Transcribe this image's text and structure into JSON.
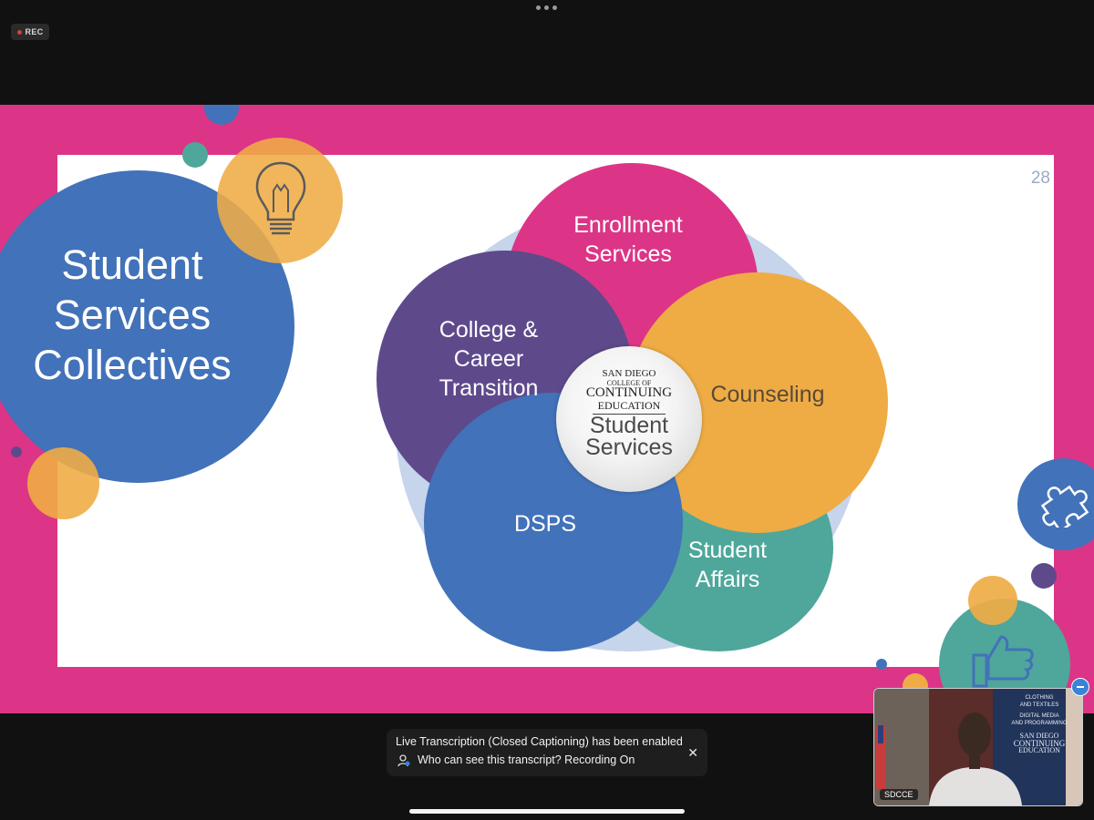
{
  "recording": {
    "label": "REC"
  },
  "slide": {
    "page_number": "28",
    "title": "Student Services Collectives",
    "petals": {
      "enrollment": "Enrollment Services",
      "college_career": "College & Career Transition",
      "counseling": "Counseling",
      "dsps": "DSPS",
      "student_affairs": "Student Affairs"
    },
    "center_logo": {
      "line1": "SAN DIEGO",
      "line2": "COLLEGE OF",
      "line3": "CONTINUING",
      "line4": "EDUCATION",
      "subtitle": "Student Services"
    },
    "colors": {
      "frame": "#dc3587",
      "blue": "#4272b9",
      "purple": "#5e4a8b",
      "orange": "#efac45",
      "teal": "#4ea79a",
      "magenta": "#dc3587",
      "light_blue": "#c6d4ec"
    },
    "icons": [
      "lightbulb-icon",
      "puzzle-icon",
      "thumbs-up-icon"
    ]
  },
  "transcription_toast": {
    "line1": "Live Transcription (Closed Captioning) has been enabled",
    "line2": "Who can see this transcript? Recording On",
    "close_icon": "close-icon",
    "person_icon": "person-icon"
  },
  "video_pip": {
    "label": "SDCCE",
    "banner_lines": [
      "CLOTHING",
      "AND TEXTILES",
      "DIGITAL MEDIA",
      "AND PROGRAMMING",
      "SAN DIEGO",
      "CONTINUING",
      "EDUCATION"
    ],
    "minimize_icon": "minus-icon"
  }
}
